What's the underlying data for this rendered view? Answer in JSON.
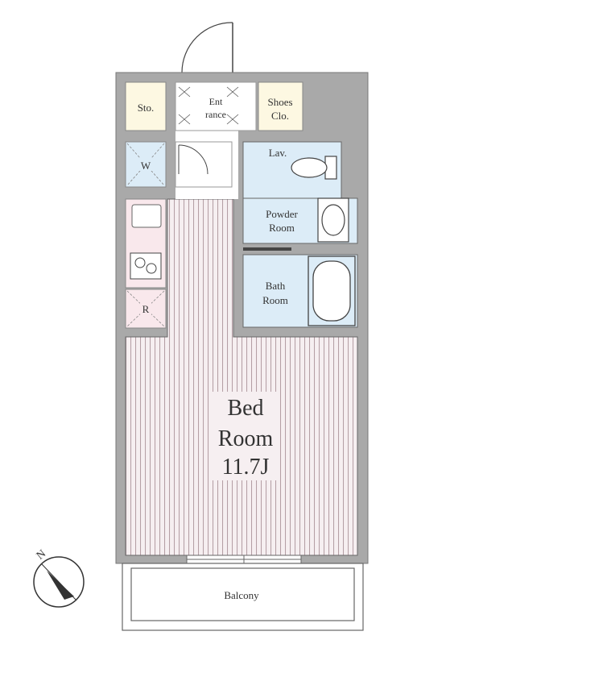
{
  "rooms": {
    "storage": "Sto.",
    "entrance_line1": "Ent",
    "entrance_line2": "rance",
    "shoes_line1": "Shoes",
    "shoes_line2": "Clo.",
    "washer": "W",
    "lavatory": "Lav.",
    "powder_line1": "Powder",
    "powder_line2": "Room",
    "bath_line1": "Bath",
    "bath_line2": "Room",
    "refrigerator": "R",
    "bed_line1": "Bed",
    "bed_line2": "Room",
    "bed_size": "11.7J",
    "balcony": "Balcony"
  },
  "compass": {
    "north": "N"
  },
  "colors": {
    "wall": "#a9a9a9",
    "floor_stripe": "#b8a9ad",
    "wet_area": "#dcecf7",
    "storage": "#fdf8e2",
    "kitchen": "#f9e8ec"
  }
}
